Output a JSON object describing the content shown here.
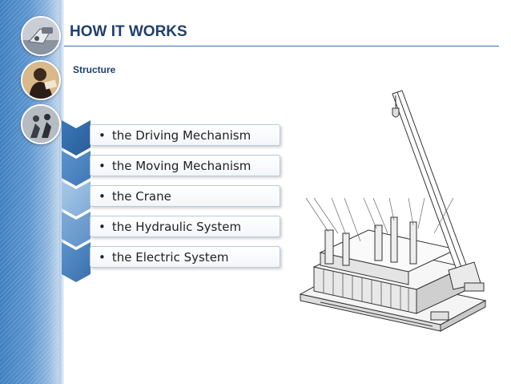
{
  "slide": {
    "title": "HOW IT WORKS",
    "subtitle": "Structure"
  },
  "list": {
    "bullet": "•",
    "items": [
      "the Driving Mechanism",
      "the Moving Mechanism",
      "the Crane",
      "the Hydraulic System",
      "the Electric System"
    ]
  },
  "colors": {
    "title": "#1f3f6e",
    "accent_blue": "#3f7fbf",
    "chevron_dark": "#2f6aab",
    "chevron_light": "#cfe0f1"
  },
  "icons": [
    "robot-hand-photo",
    "business-person-photo",
    "running-people-photo",
    "crane-machine-diagram"
  ]
}
